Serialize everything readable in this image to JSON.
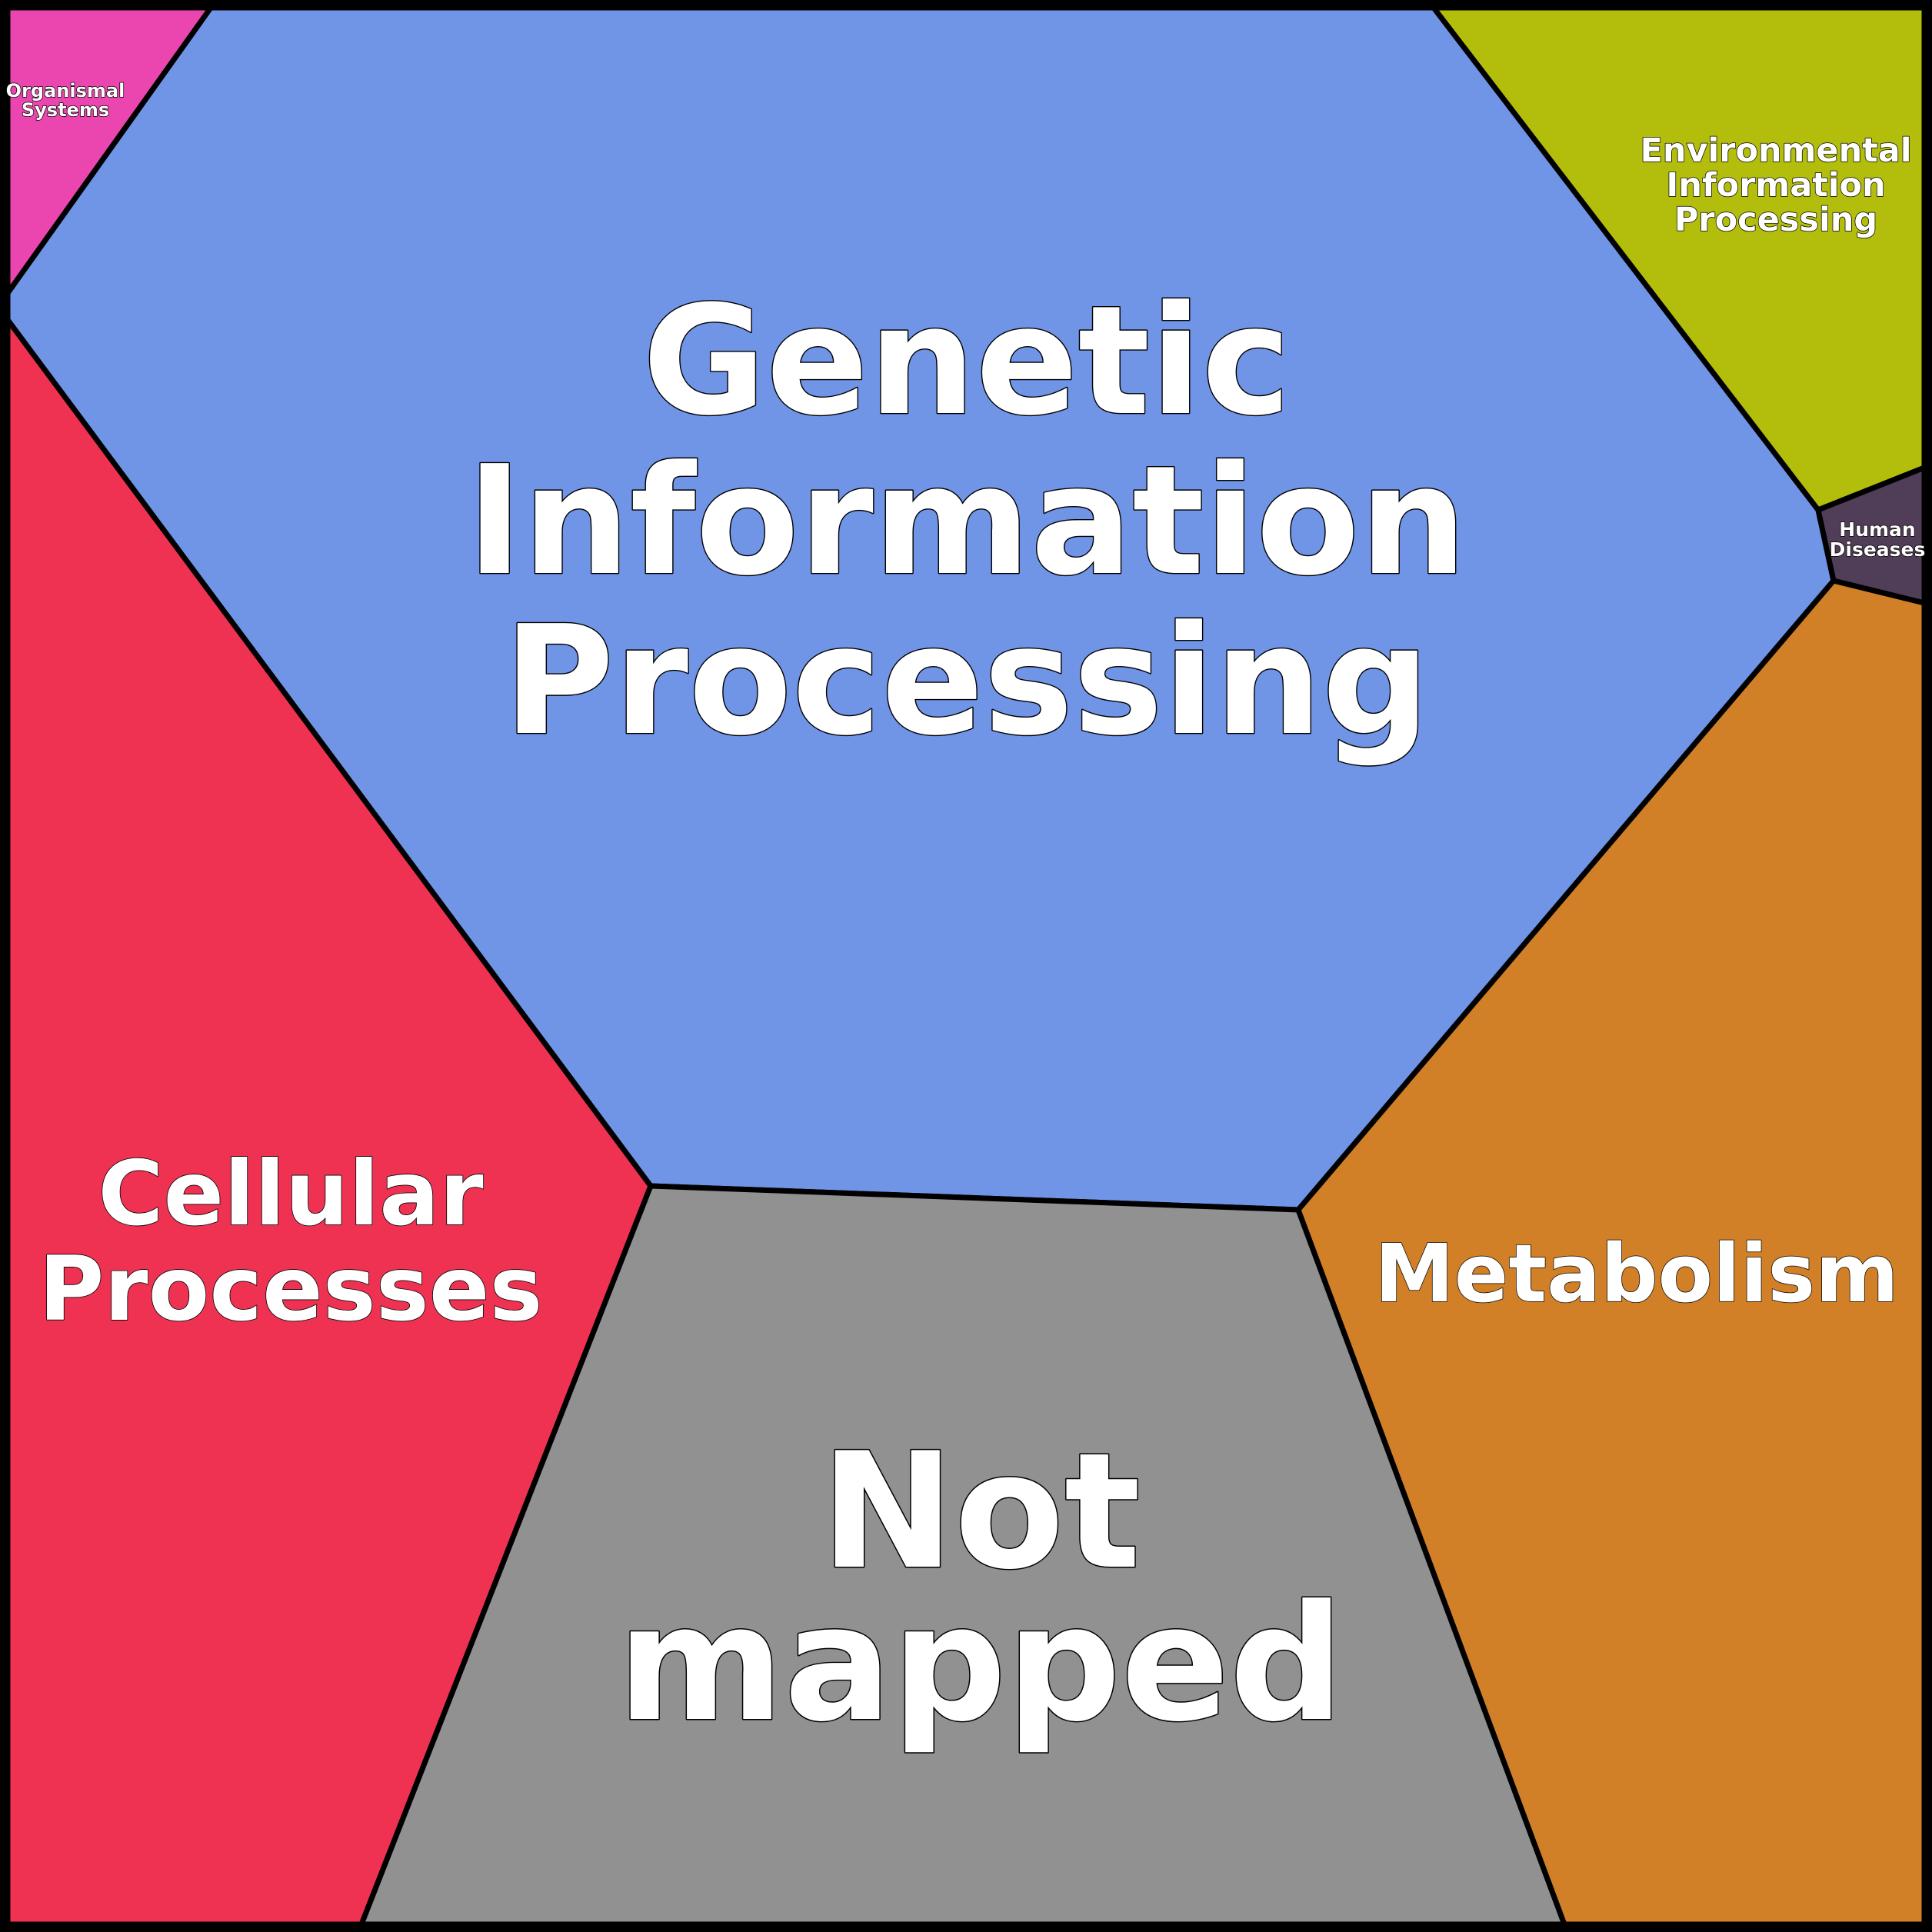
{
  "chart_data": {
    "type": "treemap",
    "title": "",
    "legend": "none",
    "cells": [
      {
        "label": "Genetic Information Processing",
        "lines": [
          "Genetic",
          "Information",
          "Processing"
        ],
        "color": "#7094e6"
      },
      {
        "label": "Cellular Processes",
        "lines": [
          "Cellular",
          "Processes"
        ],
        "color": "#f03252"
      },
      {
        "label": "Not mapped",
        "lines": [
          "Not",
          "mapped"
        ],
        "color": "#929191"
      },
      {
        "label": "Metabolism",
        "lines": [
          "Metabolism"
        ],
        "color": "#d18027"
      },
      {
        "label": "Environmental Information Processing",
        "lines": [
          "Environmental",
          "Information",
          "Processing"
        ],
        "color": "#b3bd0b"
      },
      {
        "label": "Human Diseases",
        "lines": [
          "Human",
          "Diseases"
        ],
        "color": "#503d57"
      },
      {
        "label": "Organismal Systems",
        "lines": [
          "Organismal",
          "Systems"
        ],
        "color": "#eb46af"
      }
    ]
  }
}
